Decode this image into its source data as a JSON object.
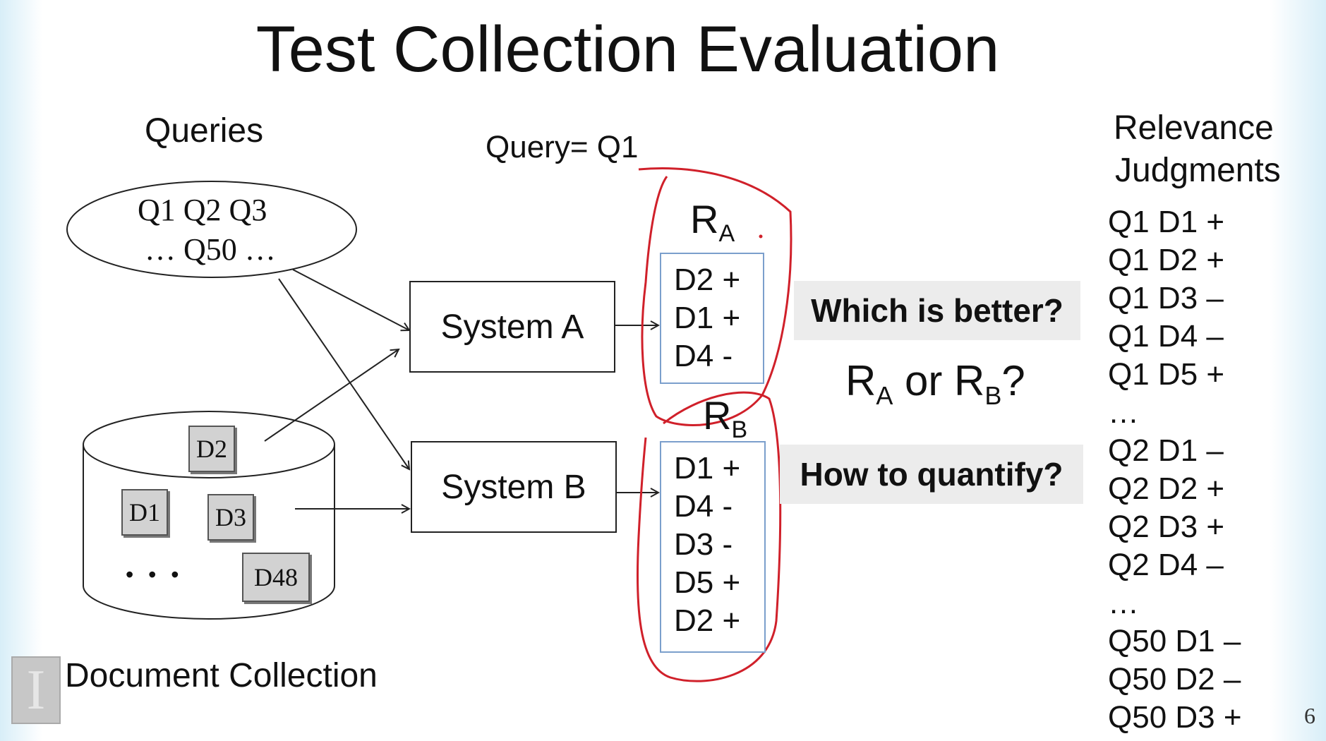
{
  "title": "Test Collection Evaluation",
  "queries": {
    "label": "Queries",
    "line1": "Q1  Q2 Q3",
    "line2": "… Q50 …"
  },
  "query_label": "Query= Q1",
  "systems": {
    "a": "System A",
    "b": "System B"
  },
  "results": {
    "ra_label": "R",
    "ra_sub": "A",
    "rb_label": "R",
    "rb_sub": "B",
    "ra_items": [
      "D2 +",
      "D1 +",
      "D4  -"
    ],
    "rb_items": [
      "D1 +",
      "D4  -",
      "D3  -",
      "D5 +",
      "D2 +"
    ]
  },
  "questions": {
    "which_better": "Which  is better?",
    "ra_or_rb_prefix": "R",
    "ra_sub": "A",
    "or_text": " or R",
    "rb_sub": "B",
    "suffix": "?",
    "how_quantify": "How to quantify?"
  },
  "documents": {
    "label": "Document Collection",
    "items": [
      "D2",
      "D1",
      "D3",
      "D48"
    ],
    "ellipsis": "• • •"
  },
  "relevance": {
    "header1": "Relevance",
    "header2": "Judgments",
    "lines": [
      "Q1  D1  +",
      "Q1  D2  +",
      "Q1  D3 –",
      "Q1  D4 –",
      "Q1  D5 +",
      "…",
      "Q2  D1 –",
      "Q2  D2 +",
      "Q2  D3 +",
      "Q2  D4 –",
      "…",
      "Q50 D1 –",
      "Q50 D2 –",
      "Q50 D3 +"
    ]
  },
  "slide_number": "6",
  "colors": {
    "annotation": "#d0202a",
    "result_border": "#7b9fcc",
    "band": "#ececec"
  }
}
